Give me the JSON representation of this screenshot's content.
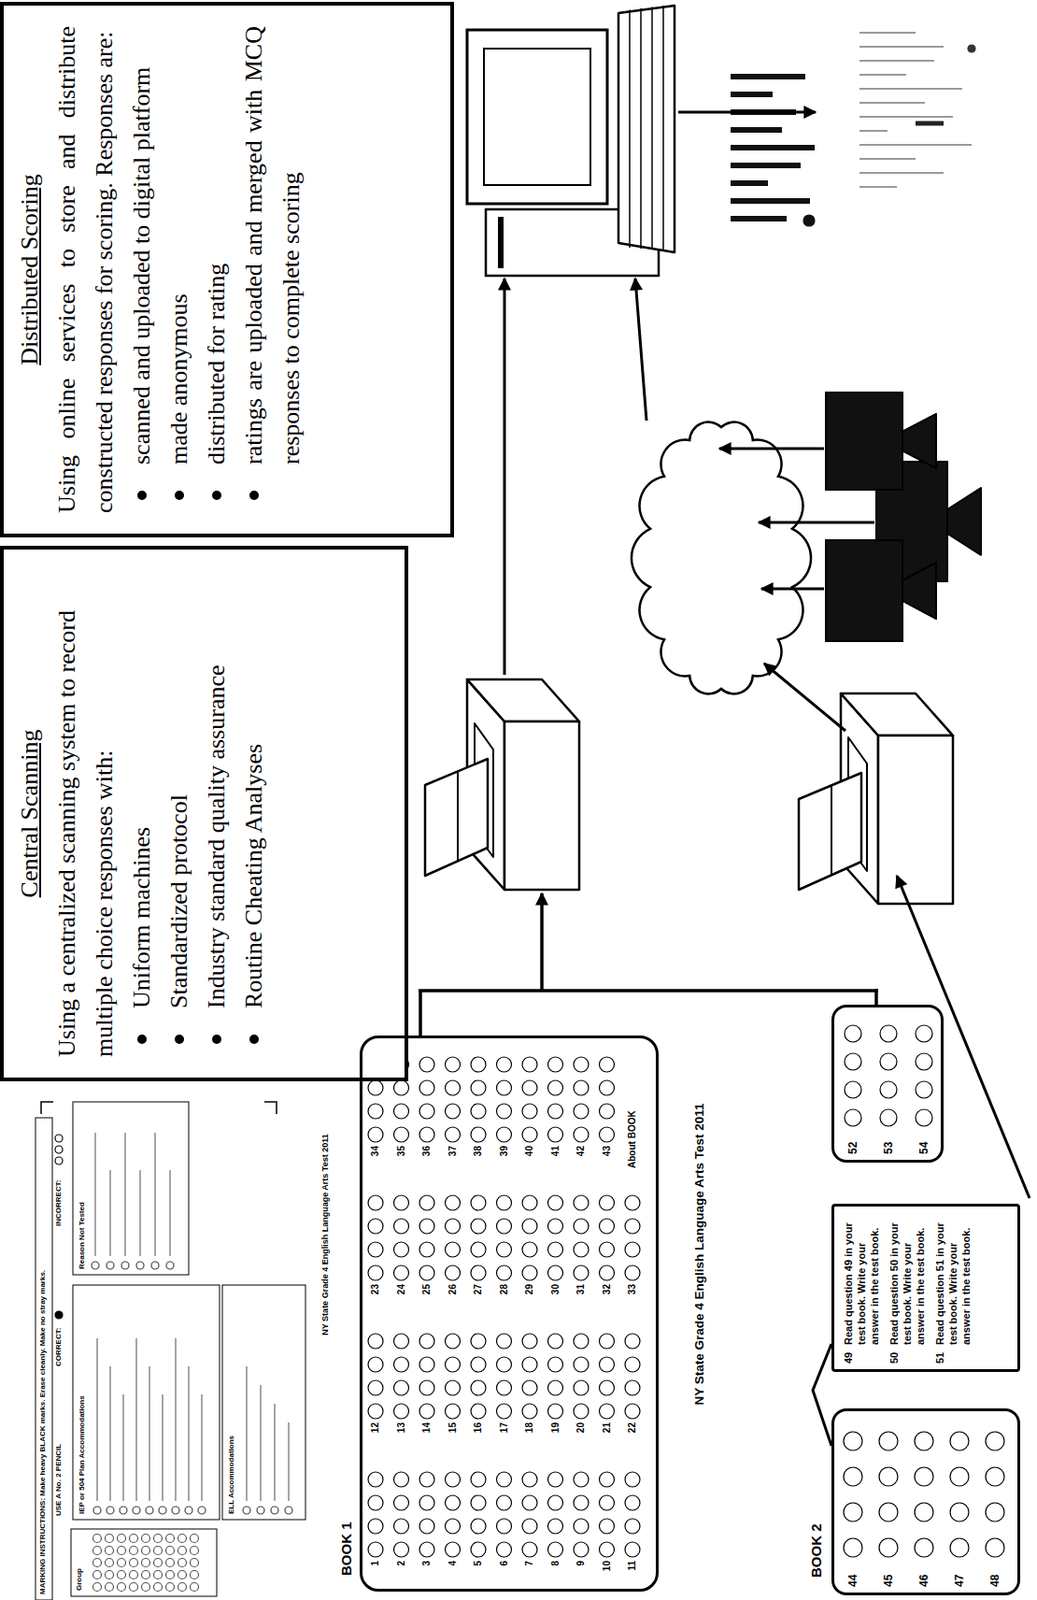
{
  "diagram": {
    "nodes": [
      {
        "text": [
          "Central Scanning",
          "Using a centralized scanning system to record multiple choice responses with:",
          "Uniform machines",
          "Standardized protocol",
          "Industry standard quality assurance",
          "Routine Cheating Analyses"
        ]
      },
      {
        "text": [
          "Distributed Scoring",
          "Using online services to store and distribute constructed responses for scoring. Responses are:",
          "scanned and uploaded to digital platform",
          "made anonymous",
          "distributed for rating",
          "ratings are uploaded and merged with MCQ responses to complete scoring"
        ]
      },
      {
        "text": [
          "BOOK 1",
          "1",
          "2",
          "3",
          "4",
          "5",
          "6",
          "7",
          "8",
          "9",
          "10",
          "11",
          "12",
          "13",
          "14",
          "15",
          "16",
          "17",
          "18",
          "19",
          "20",
          "21",
          "22",
          "23",
          "24",
          "25",
          "26",
          "27",
          "28",
          "29",
          "30",
          "31",
          "32",
          "33",
          "34",
          "35",
          "36",
          "37",
          "38",
          "39",
          "40",
          "41",
          "42",
          "43",
          "About BOOK"
        ]
      },
      {
        "text": [
          "BOOK 2",
          "44",
          "45",
          "46",
          "47",
          "48"
        ]
      },
      {
        "text": [
          "49",
          "Read question 49 in your test book. Write your answer in the test book.",
          "50",
          "Read question 50 in your test book. Write your answer in the test book.",
          "51",
          "Read question 51 in your test book. Write your answer in the test book."
        ]
      },
      {
        "text": [
          "52",
          "53",
          "54"
        ]
      }
    ],
    "edges": [
      {
        "from": 3,
        "to": 4,
        "arrow": "none"
      }
    ],
    "labels": [
      "MARKING INSTRUCTIONS: Make heavy BLACK marks. Erase cleanly. Make no stray marks.",
      "USE A No. 2 PENCIL",
      "CORRECT:",
      "INCORRECT:",
      "Group",
      "IEP or 504 Plan Accommodations",
      "ELL Accommodations",
      "Reason Not Tested",
      "NY State Grade 4 English Language Arts Test 2011",
      "NY State Grade 4 English Language Arts Test 2011"
    ]
  }
}
